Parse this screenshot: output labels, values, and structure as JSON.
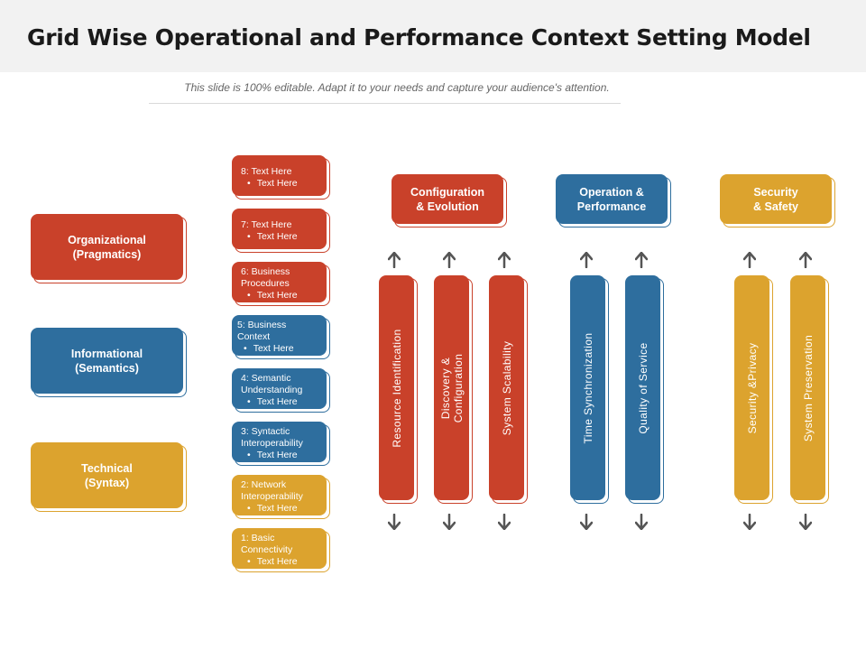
{
  "title": "Grid Wise Operational and Performance Context Setting Model",
  "subtitle": "This slide is 100% editable.  Adapt it to your needs and capture your audience's attention.",
  "colors": {
    "red": "#c9412a",
    "blue": "#2e6e9e",
    "gold": "#dca32e",
    "arrow": "#555555"
  },
  "layers": [
    {
      "label": "Organizational\n(Pragmatics)",
      "color": "red"
    },
    {
      "label": "Informational\n(Semantics)",
      "color": "blue"
    },
    {
      "label": "Technical\n(Syntax)",
      "color": "gold"
    }
  ],
  "stack": [
    {
      "label": "8: Text Here",
      "bullet": "Text Here",
      "color": "red"
    },
    {
      "label": "7: Text Here",
      "bullet": "Text Here",
      "color": "red"
    },
    {
      "label": "6: Business\nProcedures",
      "bullet": "Text Here",
      "color": "red"
    },
    {
      "label": "5: Business Context",
      "bullet": "Text Here",
      "color": "blue"
    },
    {
      "label": "4: Semantic\nUnderstanding",
      "bullet": "Text Here",
      "color": "blue"
    },
    {
      "label": "3: Syntactic\nInteroperability",
      "bullet": "Text Here",
      "color": "blue"
    },
    {
      "label": "2: Network\nInteroperability",
      "bullet": "Text Here",
      "color": "gold"
    },
    {
      "label": "1: Basic\nConnectivity",
      "bullet": "Text Here",
      "color": "gold"
    }
  ],
  "categories": [
    {
      "label": "Configuration\n& Evolution",
      "color": "red",
      "columns": [
        "Resource Identification",
        "Discovery &\nConfiguration",
        "System Scalability"
      ]
    },
    {
      "label": "Operation &\nPerformance",
      "color": "blue",
      "columns": [
        "Time Synchronization",
        "Quality of Service"
      ]
    },
    {
      "label": "Security\n& Safety",
      "color": "gold",
      "columns": [
        "Security &Privacy",
        "System Preservation"
      ]
    }
  ]
}
